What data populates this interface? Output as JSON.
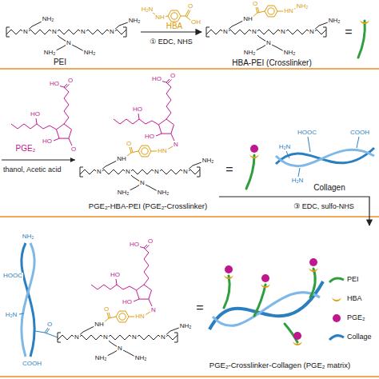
{
  "diagram": {
    "nodes": [
      {
        "text": [
          "PEI"
        ]
      },
      {
        "text": [
          "HBA-PEI (Crosslinker)"
        ]
      },
      {
        "text": [
          "PGE₂-HBA-PEI (PGE₂-Crosslinker)"
        ]
      },
      {
        "text": [
          "Collagen"
        ]
      },
      {
        "text": [
          "PGE₂-Crosslinker-Collagen (PGE₂ matrix)"
        ]
      }
    ],
    "edges": [
      {
        "from": 0,
        "to": 1,
        "arrow": "to",
        "label": "① EDC, NHS"
      },
      {
        "from": 2,
        "to": 4,
        "arrow": "to",
        "label": "③ EDC, sulfo-NHS"
      }
    ],
    "labels": [
      "N",
      "N",
      "N",
      "N",
      "NH₂",
      "NH₂",
      "N",
      "NH₂",
      "NH₂",
      "H₂N",
      "NH",
      "O",
      "OH",
      "HBA",
      "N",
      "N",
      "N",
      "N",
      "NH",
      "NH₂",
      "N",
      "NH₂",
      "NH₂",
      "O",
      "HN",
      "NH₂",
      "=",
      "HO",
      "O",
      "HO",
      "HO",
      "O",
      "PGE₂",
      "thanol, Acetic acid",
      "N",
      "N",
      "N",
      "N",
      "NH",
      "NH₂",
      "N",
      "NH₂",
      "NH₂",
      "O",
      "HN",
      "HO",
      "O",
      "HO",
      "HO",
      "N",
      "=",
      "H₂N",
      "HOOC",
      "COOH",
      "H₂N",
      "NH₂",
      "HOOC",
      "H₂N",
      "COOH",
      "O",
      "N",
      "N",
      "N",
      "N",
      "NH",
      "NH₂",
      "N",
      "NH₂",
      "NH₂",
      "O",
      "HN",
      "HO",
      "O",
      "HO",
      "HO",
      "N",
      "="
    ],
    "legend": [
      {
        "text": "PEI"
      },
      {
        "text": "HBA"
      },
      {
        "text": "PGE₂"
      },
      {
        "text": "Collage"
      }
    ]
  }
}
